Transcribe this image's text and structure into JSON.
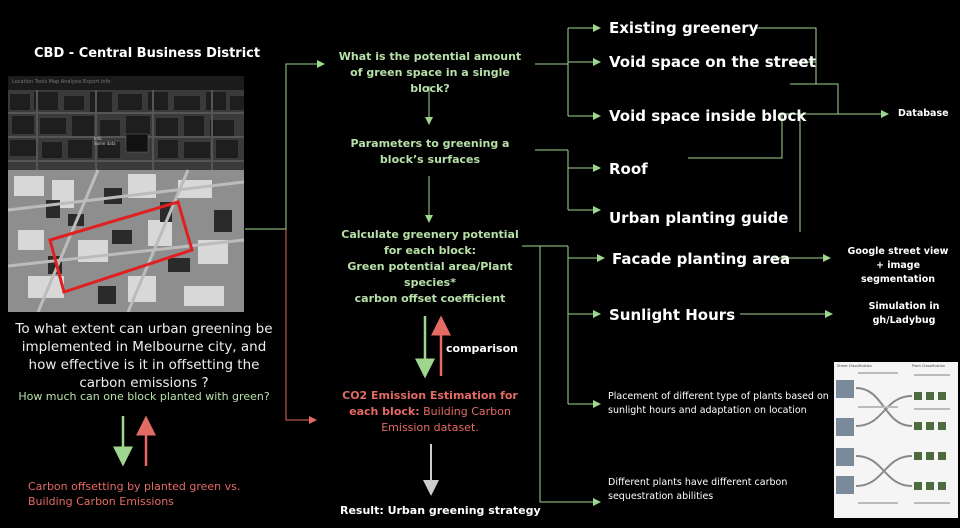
{
  "left": {
    "title": "CBD - Central Business District",
    "map_toolbar": "Location   Tools   Map   Analysis   Export   Info",
    "map_popup": [
      "Info",
      "Some data"
    ],
    "question": "To what extent can urban greening be implemented in Melbourne city, and how effective is it in offsetting the carbon emissions ?",
    "subquestion": "How much can one block  planted with green?",
    "bottom_text": "Carbon offsetting by  planted green vs. Building Carbon Emissions"
  },
  "middle": {
    "q1": "What is the potential amount of green space in a single block?",
    "q2": "Parameters to greening a block’s surfaces",
    "q3_lines": [
      "Calculate greenery potential for each block:",
      "Green potential area/Plant species*",
      "carbon offset  coefficient"
    ],
    "comparison": "comparison",
    "co2_title": "CO2 Emission Estimation for each block:",
    "co2_rest": " Building Carbon Emission dataset.",
    "result": "Result: Urban greening strategy"
  },
  "right": {
    "items": [
      "Existing greenery",
      "Void space on the street",
      "Void space inside block",
      "Roof",
      "Urban planting guide",
      "Facade planting area",
      "Sunlight Hours"
    ],
    "database": "Database",
    "gsv": "Google street view + image segmentation",
    "sim": "Simulation in gh/Ladybug",
    "placement": "Placement of different type of plants based on sunlight hours and adaptation on location",
    "sequestration": "Different plants have different carbon sequestration abilities"
  },
  "thumb": {
    "left_title": "Street Classification",
    "right_title": "Plant Classification"
  },
  "colors": {
    "green": "#b7e0a8",
    "red": "#e46a64",
    "line_green": "#9ed68f"
  }
}
